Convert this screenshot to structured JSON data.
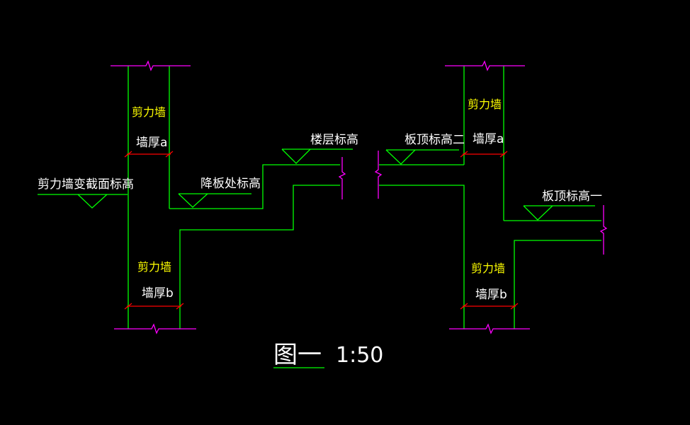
{
  "colors": {
    "background": "#000000",
    "wall_line": "#00ff00",
    "break_line": "#ff00ff",
    "dimension": "#ff0000",
    "text_white": "#ffffff",
    "text_yellow": "#ffff00"
  },
  "labels": {
    "shear_wall_top_left": "剪力墙",
    "shear_wall_bottom_left": "剪力墙",
    "shear_wall_top_right": "剪力墙",
    "shear_wall_bottom_right": "剪力墙",
    "thickness_a_left": "墙厚a",
    "thickness_b_left": "墙厚b",
    "thickness_a_right": "墙厚a",
    "thickness_b_right": "墙厚b",
    "section_change_elev": "剪力墙变截面标高",
    "slab_drop_elev": "降板处标高",
    "floor_elev": "楼层标高",
    "slab_top_elev_2": "板顶标高二",
    "slab_top_elev_1": "板顶标高一"
  },
  "title": {
    "figure_label": "图一",
    "scale": "1:50"
  }
}
